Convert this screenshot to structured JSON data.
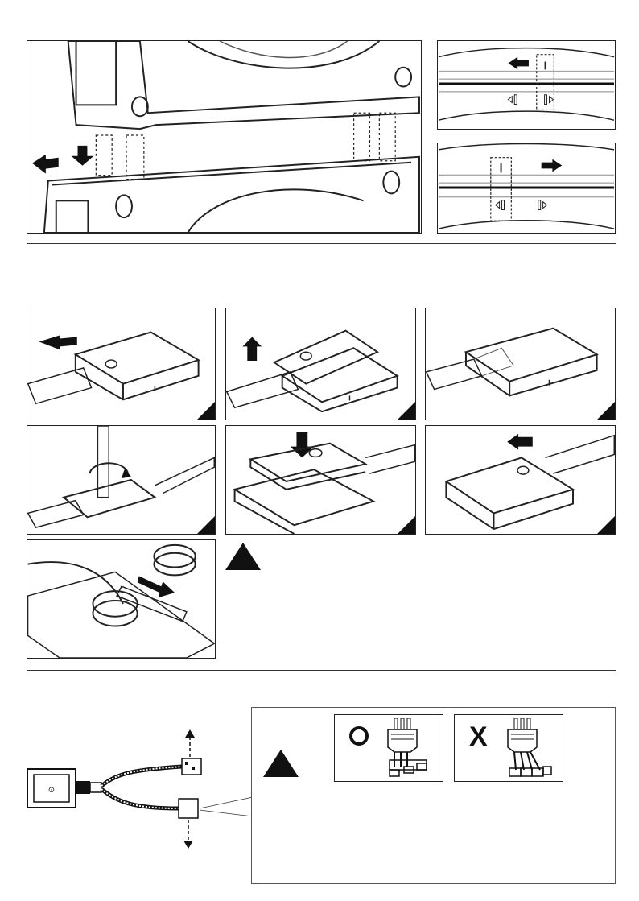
{
  "section1": {
    "panels": [
      "fan-stack-slide",
      "latch-slide-left",
      "latch-slide-right"
    ]
  },
  "section2": {
    "steps": [
      "slide-out",
      "lift-up",
      "connector-exposed",
      "twist-tool",
      "press-down",
      "slide-in",
      "push-cable"
    ],
    "warning_icon": "triangle-warning-icon"
  },
  "section3": {
    "warning_icon": "triangle-warning-icon",
    "correct_mark": "O",
    "incorrect_mark": "X",
    "colors": {
      "ink": "#111111",
      "line": "#333333"
    }
  }
}
